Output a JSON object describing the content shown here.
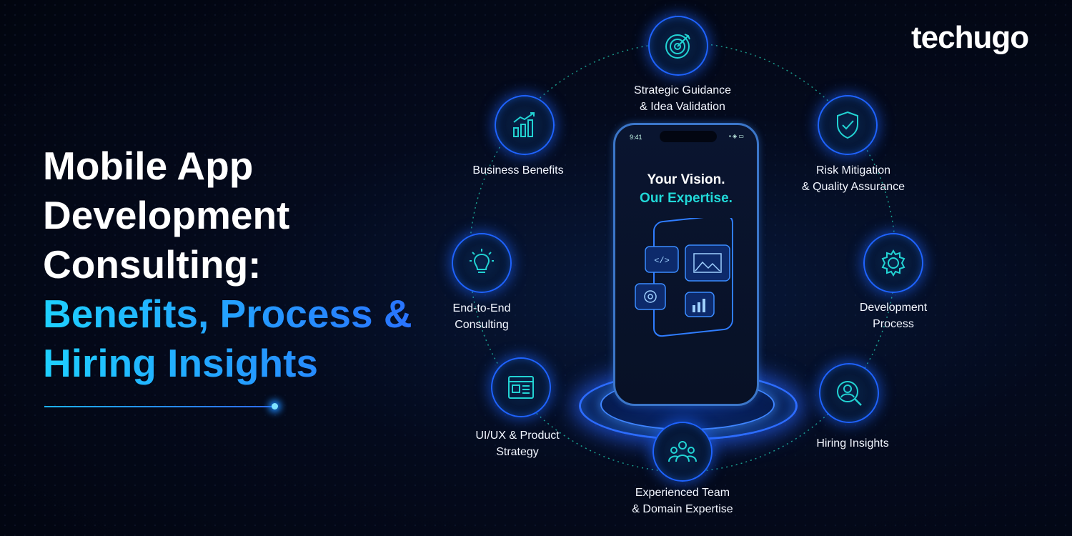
{
  "brand": {
    "logo": "techugo"
  },
  "title": {
    "line1": "Mobile App",
    "line2": "Development",
    "line3": "Consulting:",
    "line4": "Benefits, Process &",
    "line5": "Hiring Insights"
  },
  "phone": {
    "time": "9:41",
    "status": "▪ ◈ ▭",
    "headline": "Your Vision.",
    "subheadline": "Our Expertise."
  },
  "nodes": [
    {
      "id": "strategic",
      "icon": "target-icon",
      "line1": "Strategic Guidance",
      "line2": "& Idea Validation"
    },
    {
      "id": "risk",
      "icon": "shield-check-icon",
      "line1": "Risk Mitigation",
      "line2": "& Quality Assurance"
    },
    {
      "id": "development",
      "icon": "gear-icon",
      "line1": "Development",
      "line2": "Process"
    },
    {
      "id": "hiring",
      "icon": "user-search-icon",
      "line1": "Hiring Insights",
      "line2": ""
    },
    {
      "id": "team",
      "icon": "team-icon",
      "line1": "Experienced Team",
      "line2": "& Domain Expertise"
    },
    {
      "id": "uiux",
      "icon": "browser-window-icon",
      "line1": "UI/UX & Product",
      "line2": "Strategy"
    },
    {
      "id": "consulting",
      "icon": "lightbulb-icon",
      "line1": "End-to-End",
      "line2": "Consulting"
    },
    {
      "id": "business",
      "icon": "bar-chart-icon",
      "line1": "Business Benefits",
      "line2": ""
    }
  ],
  "colors": {
    "accent": "#1f63ff",
    "teal": "#21d8d8",
    "background": "#040a1c"
  }
}
